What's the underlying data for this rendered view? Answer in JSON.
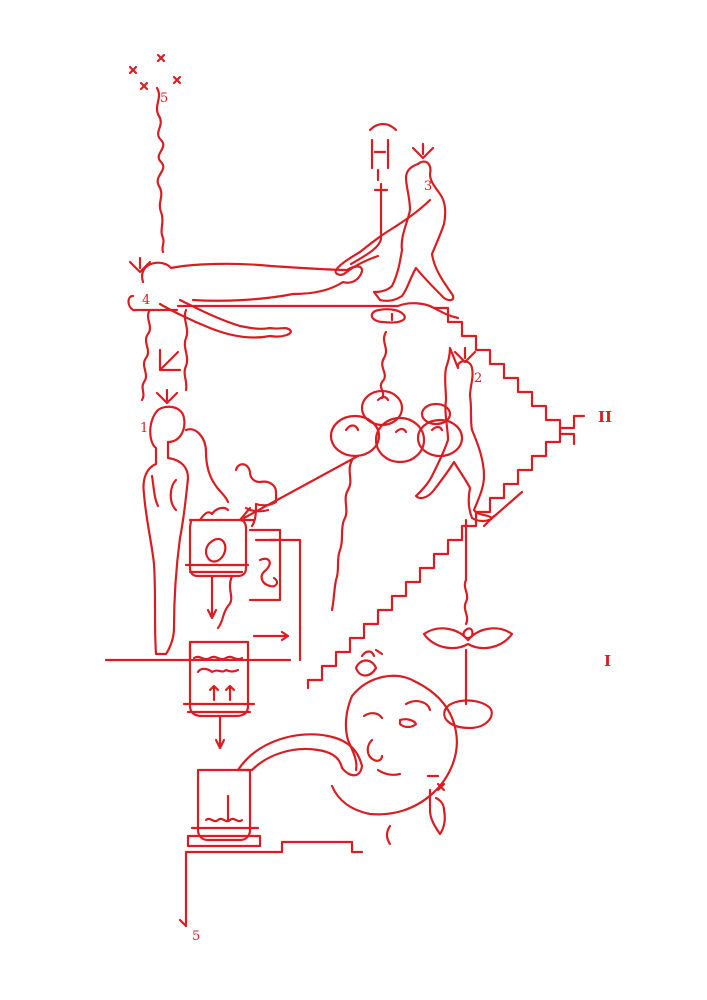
{
  "colors": {
    "ink": "#d81e23",
    "paper": "#ffffff"
  },
  "labels": {
    "figure_1": "1",
    "figure_2": "2",
    "figure_3": "3",
    "figure_4": "4",
    "top_5": "5",
    "bottom_5": "5",
    "roman_one": "I",
    "roman_two": "II"
  }
}
